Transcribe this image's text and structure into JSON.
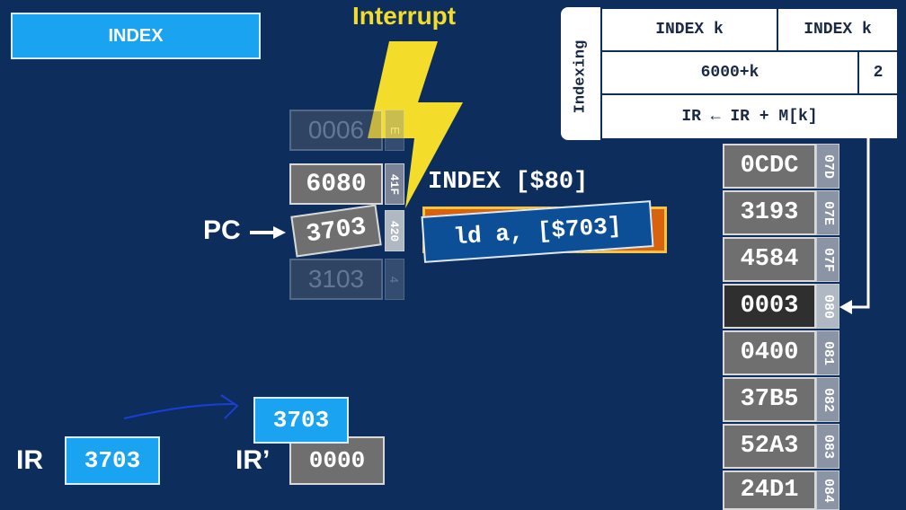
{
  "title": "INDEX",
  "interrupt_label": "Interrupt",
  "memory_left": {
    "top_partial": "0006",
    "cells": [
      {
        "value": "6080",
        "addr": "41F",
        "comment": "INDEX [$80]"
      },
      {
        "value": "3703",
        "addr": "420",
        "comment": "ld a, [$703]"
      }
    ],
    "bottom_partial": "3103",
    "top_addr_partial": "E",
    "bottom_addr_partial": "4"
  },
  "pc_label": "PC",
  "instruction_table": {
    "side_label": "Indexing",
    "row1": [
      "INDEX k",
      "INDEX k"
    ],
    "row2": [
      "6000+k",
      "2"
    ],
    "row3": "IR ← IR + M[k]"
  },
  "memory_right": [
    {
      "value": "0CDC",
      "addr": "07D"
    },
    {
      "value": "3193",
      "addr": "07E"
    },
    {
      "value": "4584",
      "addr": "07F"
    },
    {
      "value": "0003",
      "addr": "080",
      "highlight": true
    },
    {
      "value": "0400",
      "addr": "081"
    },
    {
      "value": "37B5",
      "addr": "082"
    },
    {
      "value": "52A3",
      "addr": "083"
    },
    {
      "value": "24D1",
      "addr": "084"
    }
  ],
  "registers": {
    "ir_label": "IR",
    "ir_value": "3703",
    "ir_prime_label": "IR’",
    "ir_prime_value": "0000",
    "ir_prime_overlay": "3703"
  },
  "colors": {
    "background": "#0d2e5c",
    "accent_blue": "#1aa3f0",
    "interrupt_yellow": "#f4dc2a",
    "highlight_orange": "#d9620f"
  }
}
